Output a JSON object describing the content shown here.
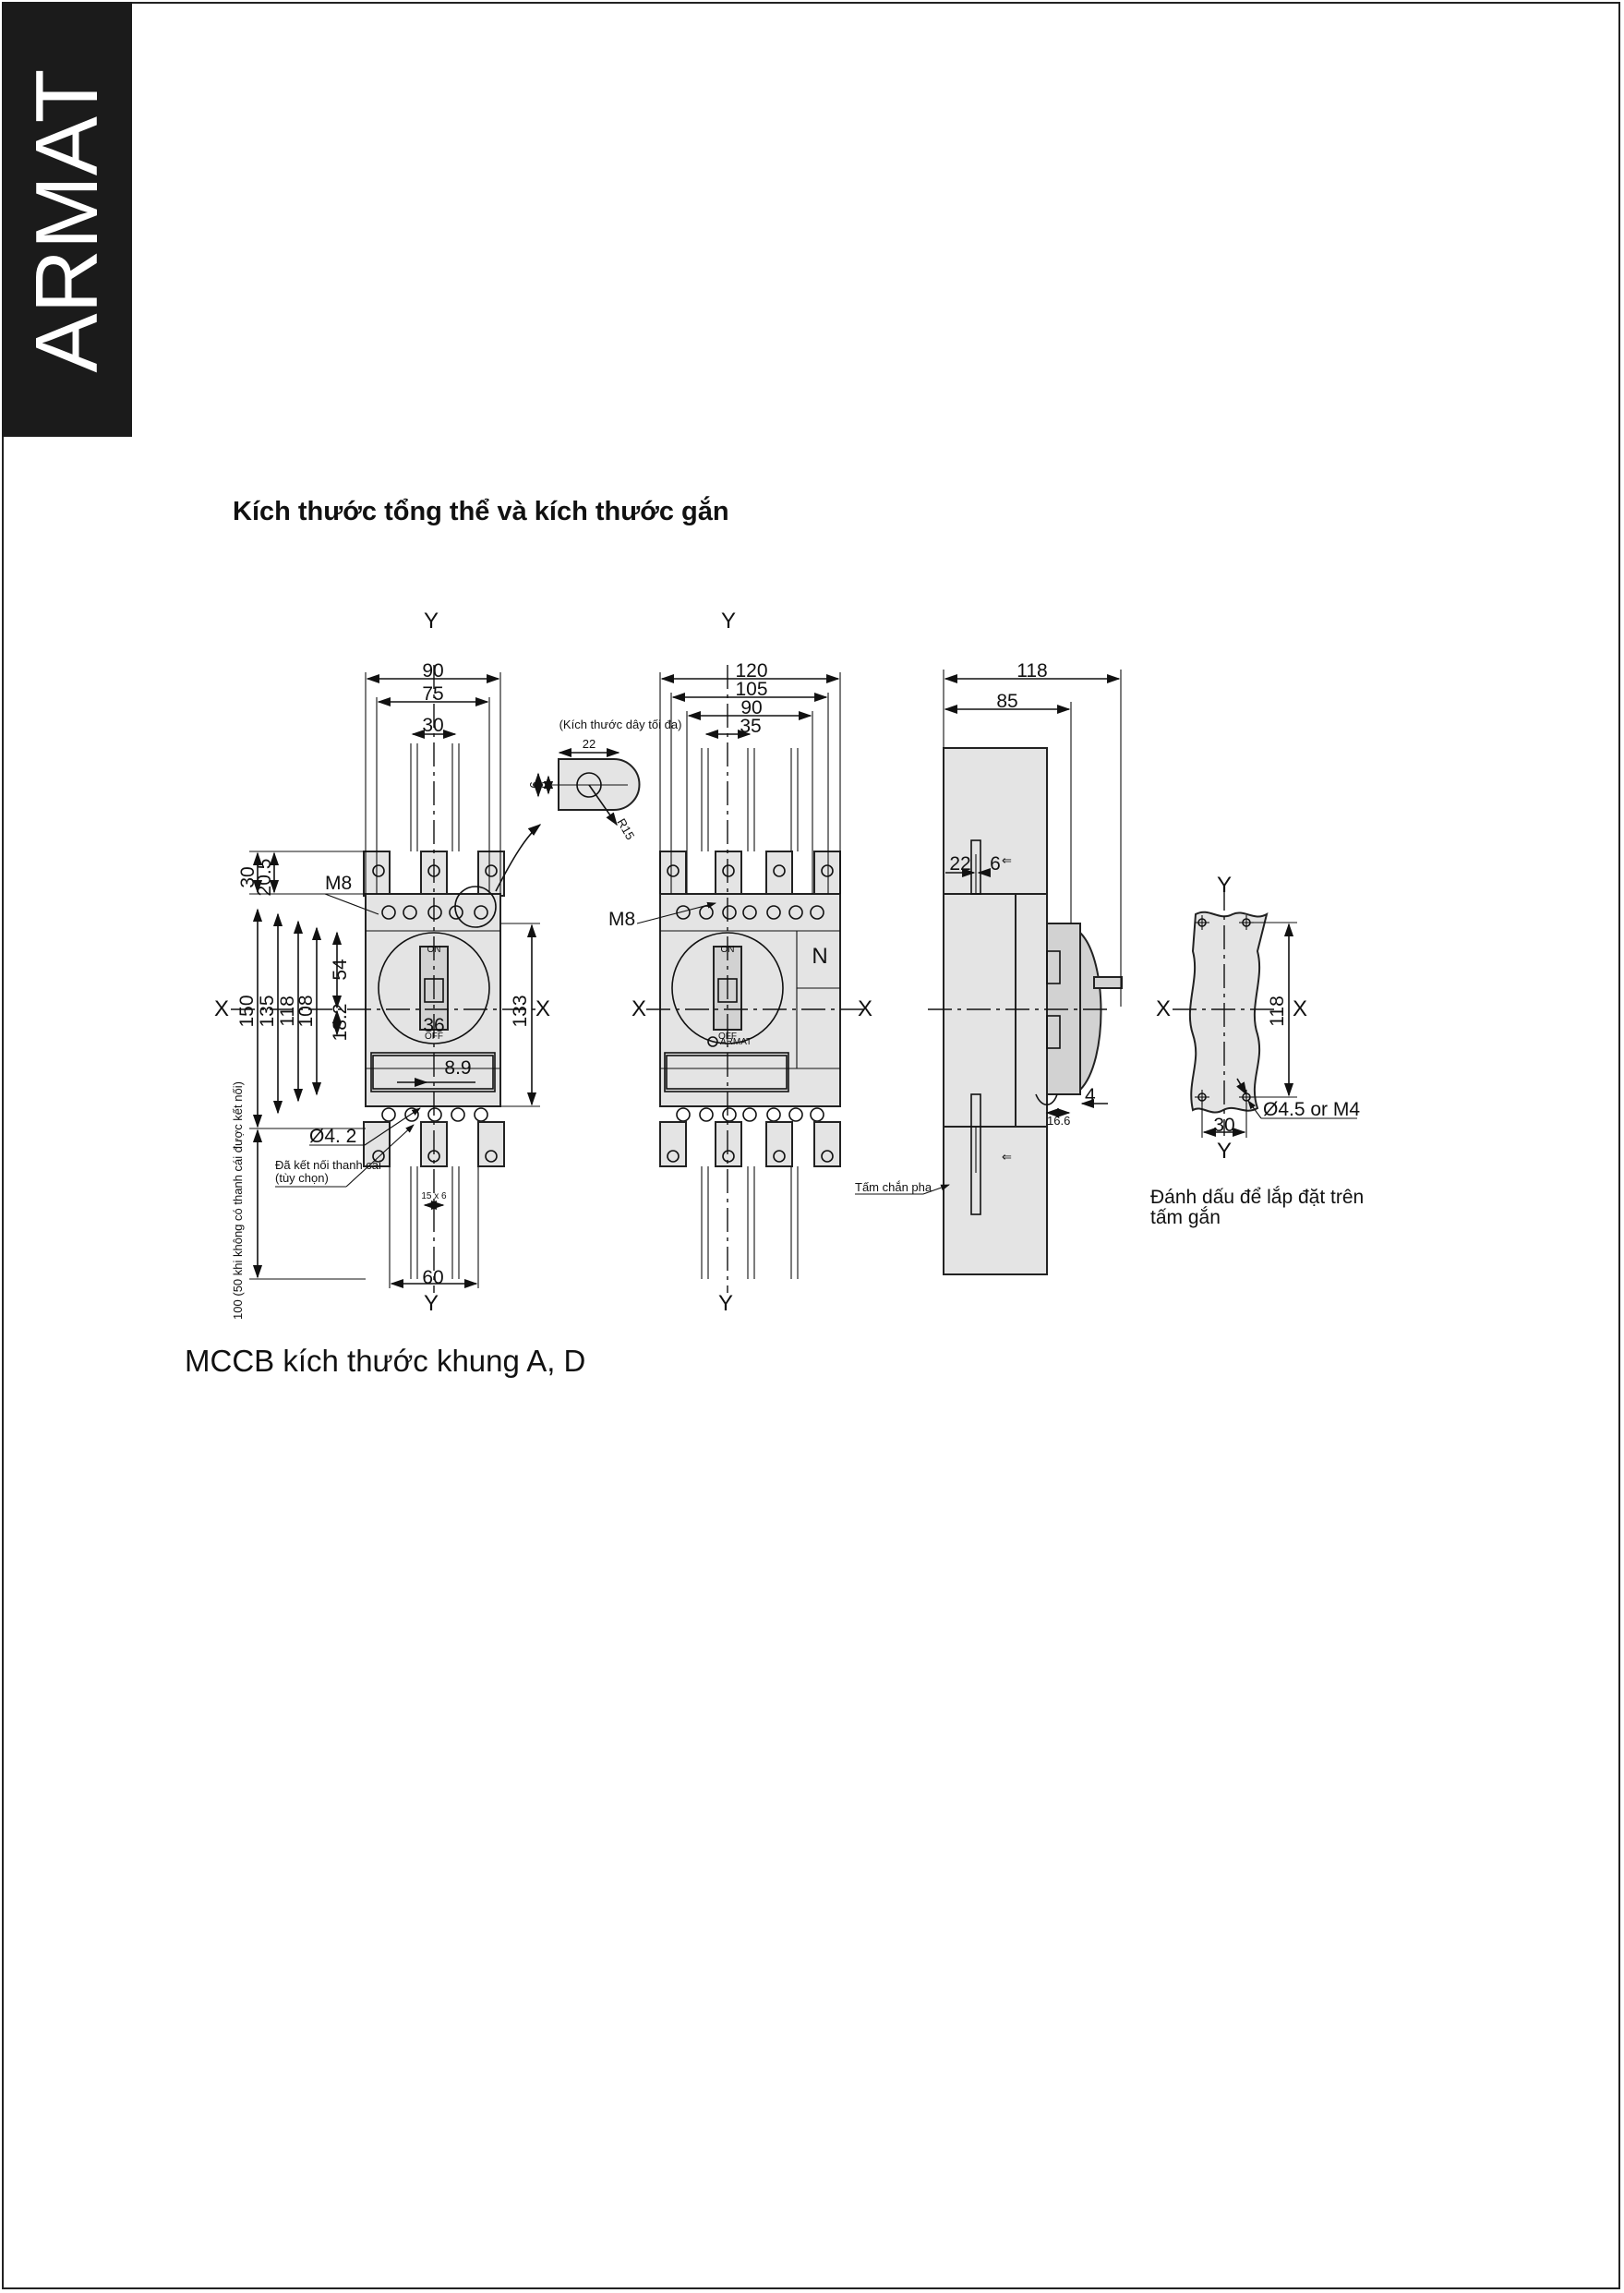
{
  "brand": "ARMAT",
  "section_title": "Kích thước tổng thể và kích thước gắn",
  "figure_caption": "MCCB kích thước khung A, D",
  "axes": {
    "x": "X",
    "y": "Y"
  },
  "view_3pole": {
    "dim_90": "90",
    "dim_75": "75",
    "dim_30": "30",
    "dim_30_side": "30",
    "dim_20_5": "20.5",
    "dim_150": "150",
    "dim_135": "135",
    "dim_118": "118",
    "dim_108": "108",
    "dim_54": "54",
    "dim_18_2": "18.2",
    "dim_133": "133",
    "dim_36": "36",
    "dim_8_9": "8.9",
    "dim_60": "60",
    "thread": "M8",
    "hole": "Ø4. 2",
    "busbar_note_1": "Đã kết nối thanh cái",
    "busbar_note_2": "(tùy chọn)",
    "busbar_size": "15 x 6",
    "vertical_note": "100 (50 khi không có thanh cái được kết nối)",
    "wire_detail_title": "(Kích thước dây tối đa)",
    "wire_22": "22",
    "wire_9": "9",
    "wire_8": "8",
    "wire_r": "R15",
    "handle_on": "ON",
    "handle_off": "OFF"
  },
  "view_4pole": {
    "dim_120": "120",
    "dim_105": "105",
    "dim_90": "90",
    "dim_35": "35",
    "thread": "M8",
    "neutral": "N",
    "handle_on": "ON",
    "handle_off": "OFF",
    "brand_mark": "ARMAT"
  },
  "view_side": {
    "dim_118": "118",
    "dim_85": "85",
    "dim_22": "22",
    "dim_6": "6",
    "dim_4": "4",
    "dim_16_6": "16.6",
    "barrier_label": "Tấm chắn pha"
  },
  "view_mount": {
    "dim_118": "118",
    "dim_30": "30",
    "hole": "Ø4.5 or M4",
    "note_line1": "Đánh dấu để lắp đặt trên",
    "note_line2": "tấm gắn"
  }
}
